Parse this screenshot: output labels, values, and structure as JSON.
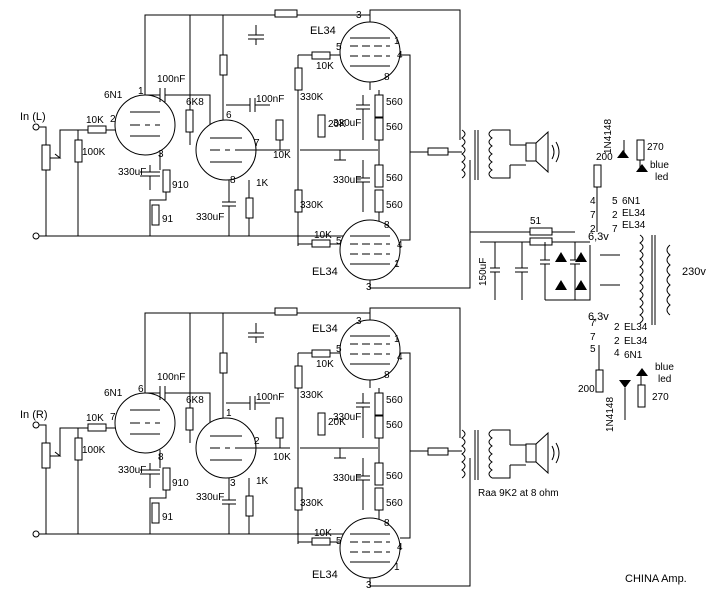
{
  "footer": {
    "title": "CHINA Amp."
  },
  "transformer_note": "Raa 9K2  at 8 ohm",
  "inputs": {
    "left": "In (L)",
    "right": "In (R)"
  },
  "tubes": {
    "power": "EL34",
    "driver": "6N1",
    "pin3": "3",
    "pin1": "1",
    "pin4": "4",
    "pin5": "5",
    "pin8": "8",
    "pin2": "2",
    "pin6": "6",
    "pin7": "7"
  },
  "values": {
    "r10k": "10K",
    "r100k": "100K",
    "c100nf": "100nF",
    "r6k8": "6K8",
    "c330uf": "330uF",
    "r910": "910",
    "r91": "91",
    "r1k": "1K",
    "r330k": "330K",
    "r20k": "20K",
    "r560": "560",
    "r51": "51",
    "c150uf": "150uF",
    "r270": "270",
    "r200": "200",
    "diode": "1N4148",
    "mains": "230v",
    "heater": "6,3v",
    "blue": "blue",
    "led": "led"
  },
  "heaters": {
    "h1": "6N1",
    "h2": "EL34",
    "h3": "EL34"
  }
}
